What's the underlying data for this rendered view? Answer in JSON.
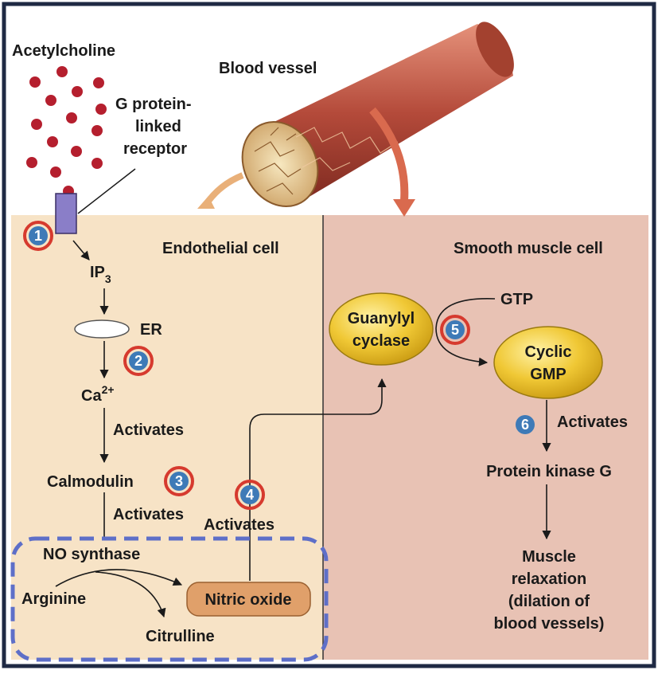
{
  "labels": {
    "acetylcholine": "Acetylcholine",
    "blood_vessel": "Blood vessel",
    "receptor_line1": "G protein-",
    "receptor_line2": "linked",
    "receptor_line3": "receptor",
    "endothelial_cell": "Endothelial cell",
    "smooth_muscle_cell": "Smooth muscle cell",
    "ip3": "IP",
    "ip3_sub": "3",
    "er": "ER",
    "ca": "Ca",
    "ca_sup": "2+",
    "activates_1": "Activates",
    "calmodulin": "Calmodulin",
    "activates_2": "Activates",
    "activates_3": "Activates",
    "no_synthase": "NO synthase",
    "arginine": "Arginine",
    "nitric_oxide": "Nitric oxide",
    "citrulline": "Citrulline",
    "gtp": "GTP",
    "guanylyl_line1": "Guanylyl",
    "guanylyl_line2": "cyclase",
    "cgmp_line1": "Cyclic",
    "cgmp_line2": "GMP",
    "activates_6": "Activates",
    "pkg": "Protein kinase G",
    "relax_line1": "Muscle",
    "relax_line2": "relaxation",
    "relax_line3": "(dilation of",
    "relax_line4": "blood vessels)"
  },
  "steps": [
    "1",
    "2",
    "3",
    "4",
    "5",
    "6"
  ],
  "colors": {
    "frame": "#1f2a44",
    "endothelial_bg": "#f7e3c6",
    "smooth_bg": "#e8c2b4",
    "molecule_red": "#b51f2e",
    "receptor_purple": "#8a7ec8",
    "enzyme_yellow": "#f0c835",
    "nitric_oxide_orange": "#e0a06a",
    "step_blue": "#3e7ab7",
    "step_ring_red": "#d63a2e",
    "dashed_box_blue": "#5e6fc8",
    "vessel_red": "#b44a3a"
  }
}
